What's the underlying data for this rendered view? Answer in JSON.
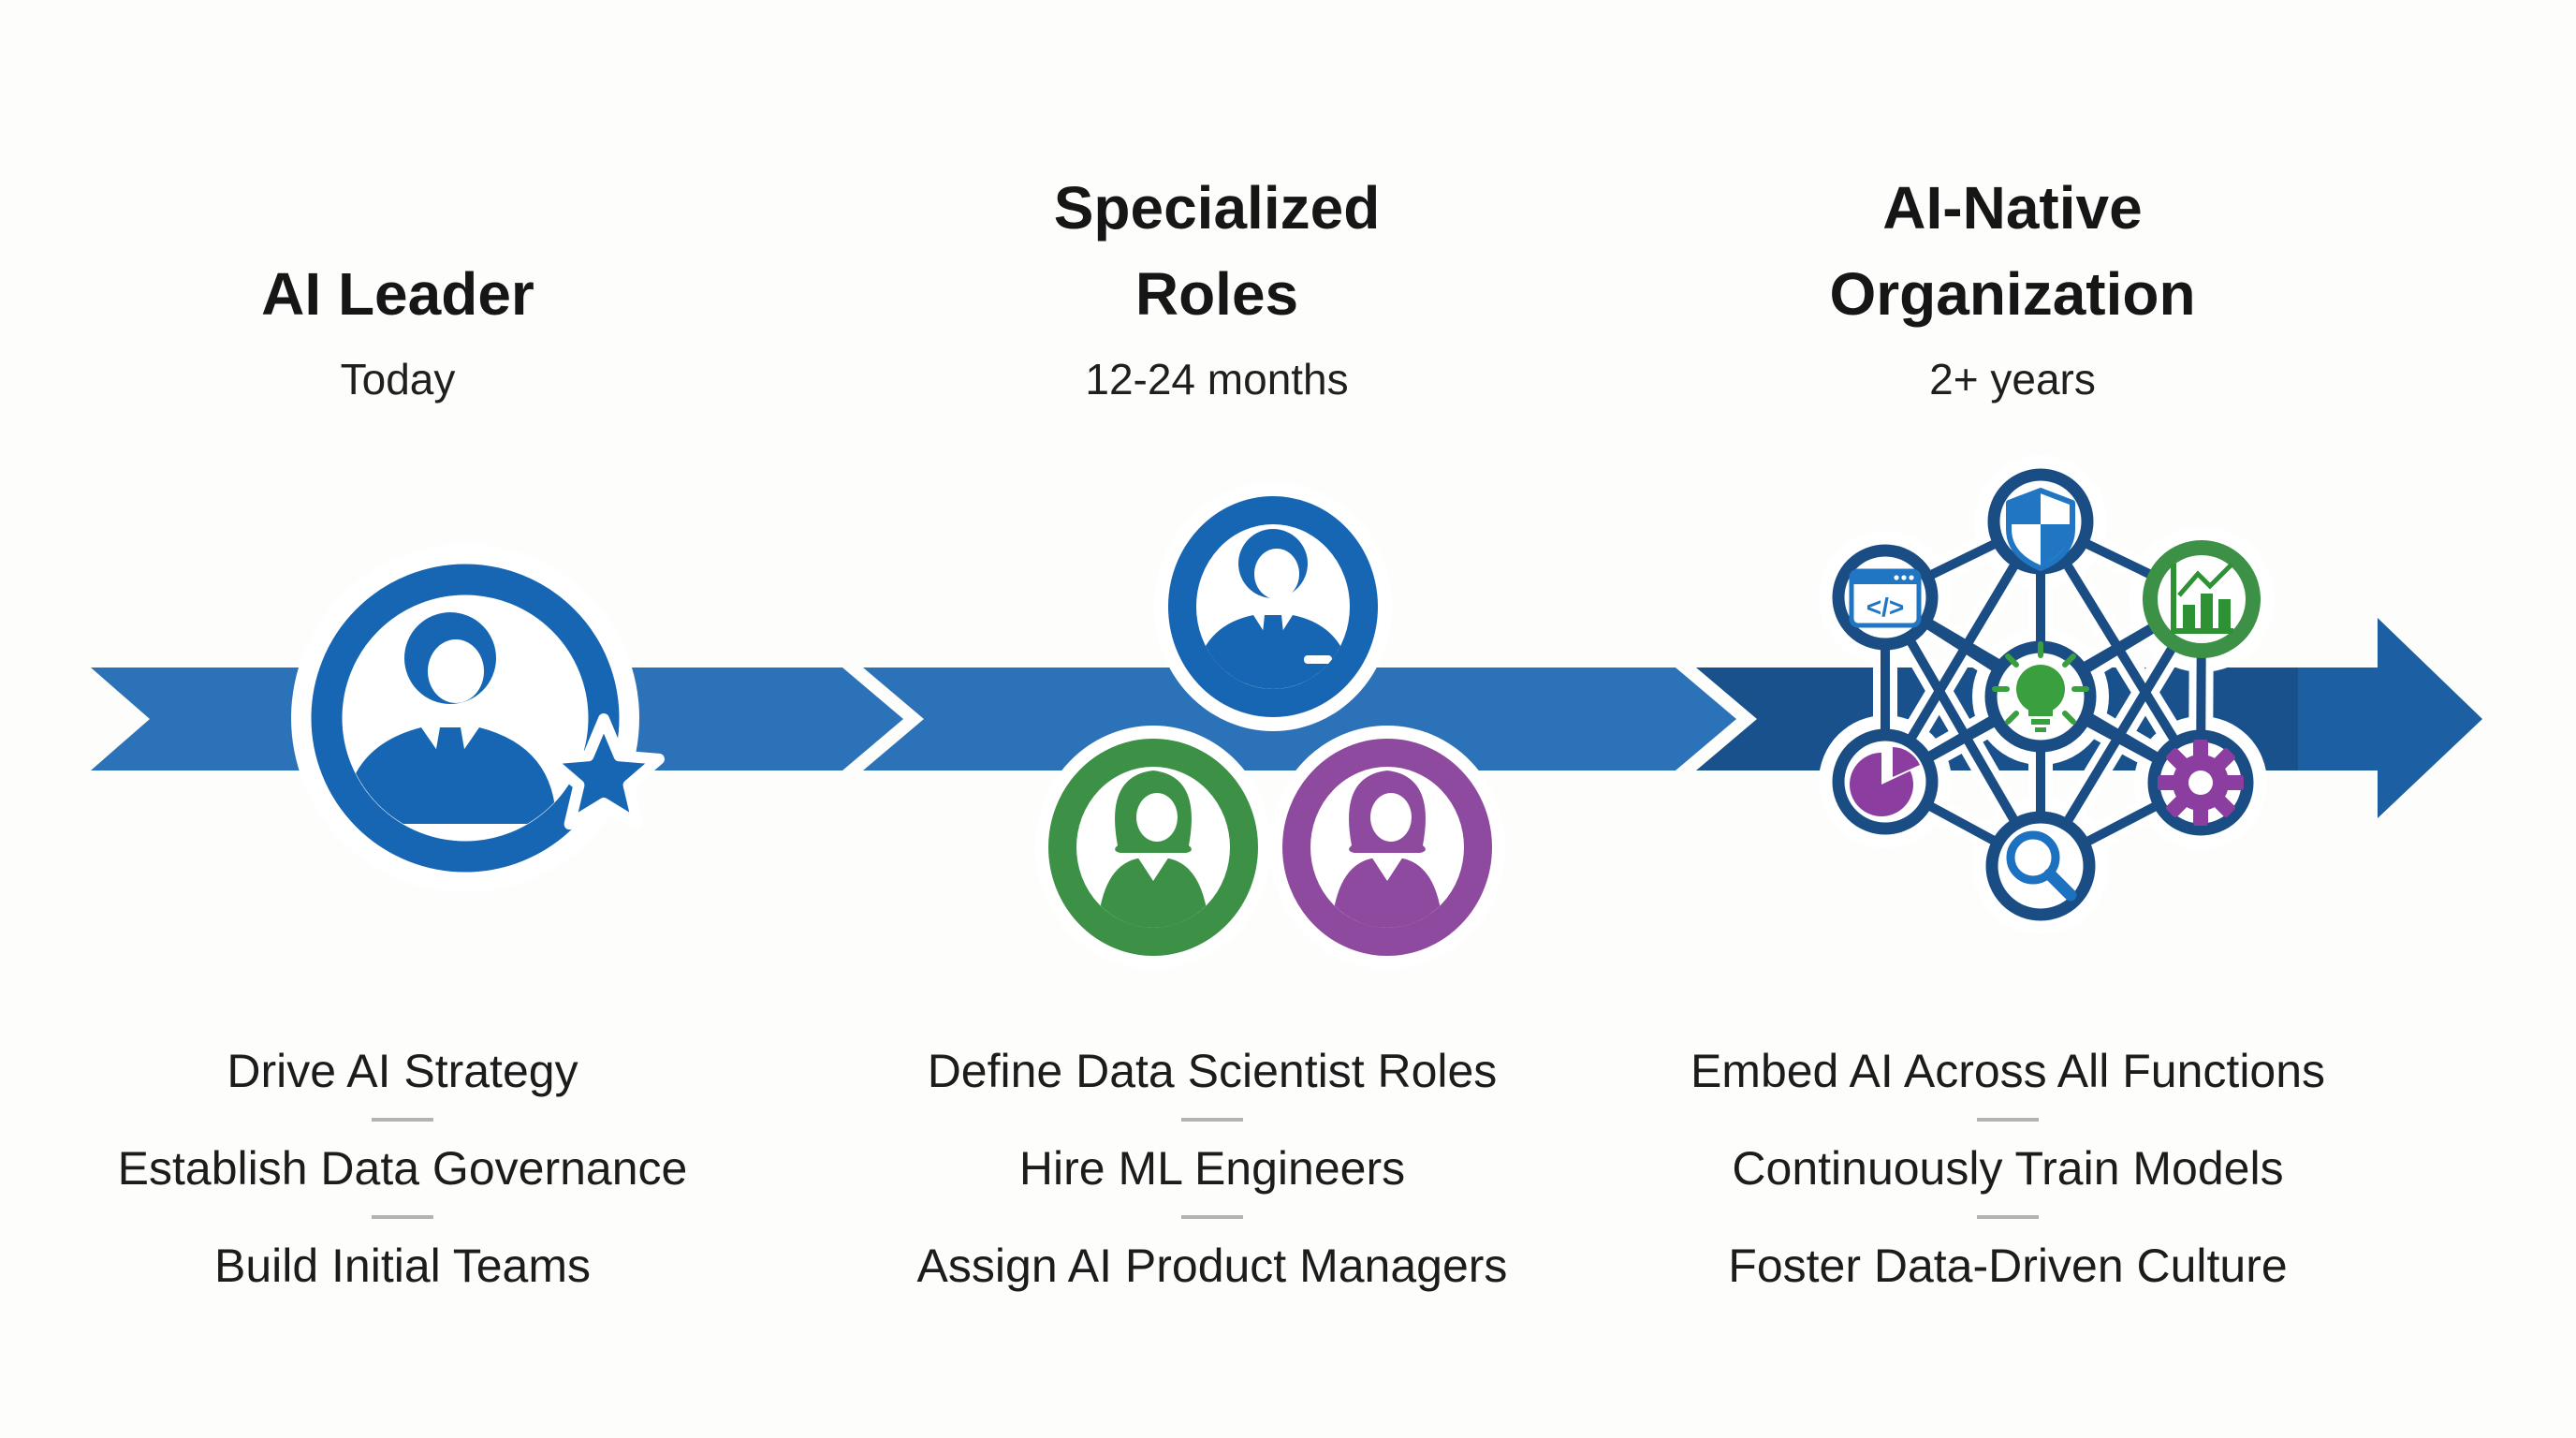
{
  "phases": [
    {
      "title": "AI Leader",
      "subtitle": "Today",
      "icon": "leader-badge",
      "bullets": [
        "Drive AI Strategy",
        "Establish Data Governance",
        "Build Initial Teams"
      ]
    },
    {
      "title": "Specialized Roles",
      "subtitle": "12-24 months",
      "icon": "team-avatars",
      "bullets": [
        "Define Data Scientist Roles",
        "Hire ML Engineers",
        "Assign AI Product Managers"
      ]
    },
    {
      "title": "AI-Native Organization",
      "subtitle": "2+ years",
      "icon": "ai-network",
      "bullets": [
        "Embed AI Across All Functions",
        "Continuously Train Models",
        "Foster Data-Driven Culture"
      ]
    }
  ],
  "icons": {
    "code_glyph": "</>",
    "network_nodes": [
      "shield-icon",
      "code-window-icon",
      "growth-chart-icon",
      "lightbulb-icon",
      "pie-chart-icon",
      "gear-icon",
      "search-icon"
    ],
    "avatar_icons": [
      "male-manager-avatar",
      "female-analyst-avatar",
      "female-pm-avatar"
    ],
    "leader_icon": "person-with-star"
  },
  "colors": {
    "background": "#fdfdfb",
    "band_blue": "#2b72b8",
    "band_dark": "#19518c",
    "arrow_head": "#1d5fa3",
    "ring_blue": "#1766b3",
    "green": "#3d9147",
    "purple": "#8e4a9e",
    "navy": "#1b4d85",
    "icon_blue": "#2176c4",
    "icon_green": "#2e9235",
    "bulb_green": "#3aa03f",
    "icon_purple": "#8c3da0",
    "magnifier_blue": "#1c71c1",
    "text": "#1c1c1c",
    "divider_gray": "#b3b3b3"
  }
}
